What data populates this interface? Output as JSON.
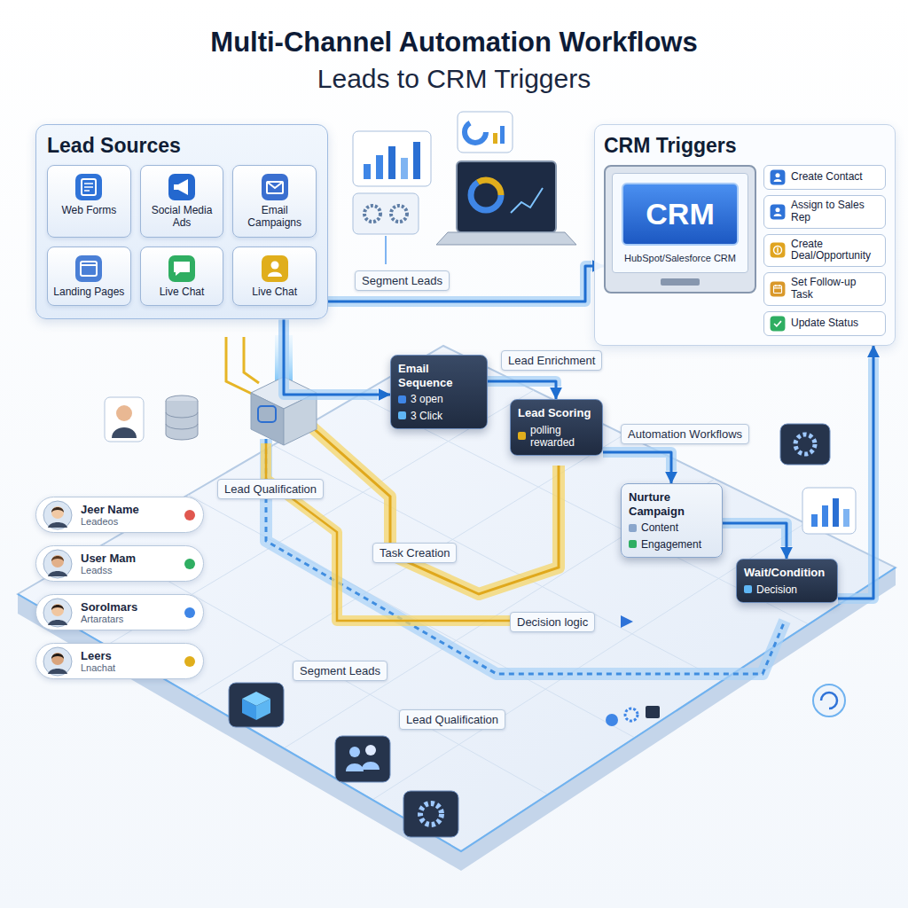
{
  "diagram": {
    "title": "Multi-Channel Automation Workflows",
    "nodes": [
      {
        "text": [
          "Lead Sources"
        ]
      },
      {
        "text": [
          "Web Forms"
        ],
        "in": 0
      },
      {
        "text": [
          "Social Media Ads"
        ],
        "in": 0
      },
      {
        "text": [
          "Email Campaigns"
        ],
        "in": 0
      },
      {
        "text": [
          "Landing Pages"
        ],
        "in": 0
      },
      {
        "text": [
          "Live Chat"
        ],
        "in": 0
      },
      {
        "text": [
          "Live Chat"
        ],
        "in": 0
      },
      {
        "text": [
          "CRM Triggers"
        ]
      },
      {
        "text": [
          "CRM",
          "HubSpot/Salesforce CRM"
        ],
        "in": 7
      },
      {
        "text": [
          "Create Contact"
        ],
        "in": 7
      },
      {
        "text": [
          "Assign to Sales Rep"
        ],
        "in": 7
      },
      {
        "text": [
          "Create Deal/Opportunity"
        ],
        "in": 7
      },
      {
        "text": [
          "Set Follow-up Task"
        ],
        "in": 7
      },
      {
        "text": [
          "Update Status"
        ],
        "in": 7
      },
      {
        "text": [
          "Email Sequence",
          "3 open",
          "3 Click"
        ]
      },
      {
        "text": [
          "Lead Scoring",
          "polling rewarded"
        ]
      },
      {
        "text": [
          "Nurture Campaign",
          "Content",
          "Engagement"
        ]
      },
      {
        "text": [
          "Wait/Condition",
          "Decision"
        ]
      },
      {
        "text": [
          "Jeer Name",
          "Leadeos"
        ]
      },
      {
        "text": [
          "User Mam",
          "Leadss"
        ]
      },
      {
        "text": [
          "Sorolmars",
          "Artaratars"
        ]
      },
      {
        "text": [
          "Leers",
          "Lnachat"
        ]
      }
    ],
    "edges": [
      {
        "from": 0,
        "to": 14,
        "arrow": "to"
      },
      {
        "from": 14,
        "to": 15,
        "arrow": "to"
      },
      {
        "from": 15,
        "to": 16,
        "arrow": "to"
      },
      {
        "from": 16,
        "to": 17,
        "arrow": "to"
      },
      {
        "from": 17,
        "to": 7,
        "arrow": "to"
      },
      {
        "from": 0,
        "to": 8,
        "arrow": "to"
      }
    ],
    "labels": [
      "Leads to CRM Triggers",
      "Segment Leads",
      "Lead Enrichment",
      "Automation Workflows",
      "Lead Qualification",
      "Task Creation",
      "Decision logic",
      "Segment Leads",
      "Lead Qualification"
    ]
  }
}
